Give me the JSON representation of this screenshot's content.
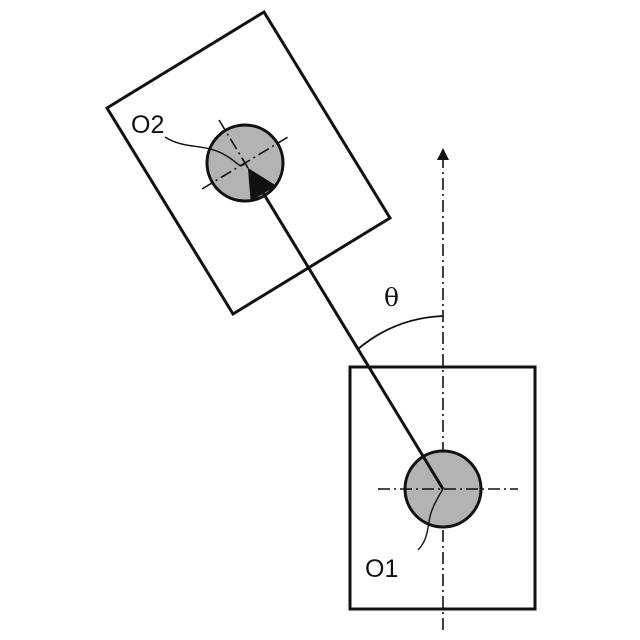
{
  "labels": {
    "o1": "O1",
    "o2": "O2",
    "angle": "θ"
  },
  "colors": {
    "stroke": "#111111",
    "circle_fill": "#b3b3b3",
    "background": "#ffffff"
  }
}
